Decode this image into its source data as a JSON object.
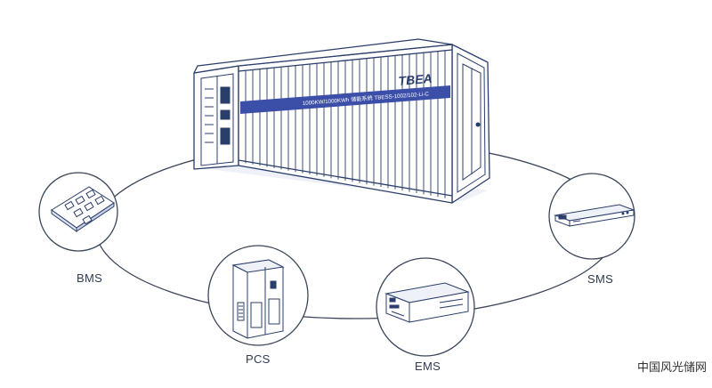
{
  "container": {
    "brand": "TBEA",
    "banner": "1000KW/1000KWh 储能系统  TBESS-1002/102-Li-C"
  },
  "nodes": {
    "bms": {
      "label": "BMS"
    },
    "pcs": {
      "label": "PCS"
    },
    "ems": {
      "label": "EMS"
    },
    "sms": {
      "label": "SMS"
    }
  },
  "watermark": "中国风光储网",
  "colors": {
    "line": "#2a3d6b",
    "accent": "#3b4fa8",
    "ring": "#3a4658"
  }
}
